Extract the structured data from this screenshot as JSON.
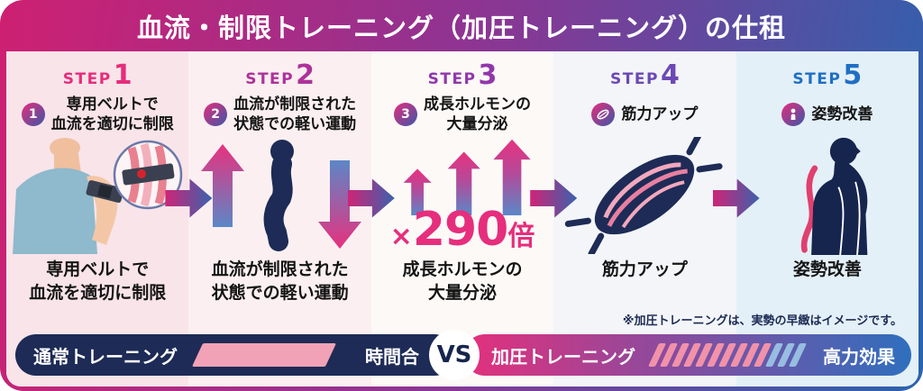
{
  "header": {
    "title": "血流・制限トレーニング（加圧トレーニング）の仕租"
  },
  "steps": [
    {
      "label": "STEP",
      "number": "1",
      "badge": "1",
      "accent_color": "#e62d7c",
      "heading_line1": "専用ベルトで",
      "heading_line2": "血流を適切に制限",
      "caption_line1": "専用ベルトで",
      "caption_line2": "血流を適切に制限",
      "illustration": "arm-with-belt"
    },
    {
      "label": "STEP",
      "number": "2",
      "badge": "2",
      "accent_color": "#ad3299",
      "heading_line1": "血流が制限された",
      "heading_line2": "状態での軽い運動",
      "caption_line1": "血流が制限された",
      "caption_line2": "状態での軽い運動",
      "illustration": "squat-figure-with-arrows"
    },
    {
      "label": "STEP",
      "number": "3",
      "badge": "3",
      "accent_color": "#9038ab",
      "heading_line1": "成長ホルモンの",
      "heading_line2": "大量分泌",
      "caption_line1": "成長ホルモンの",
      "caption_line2": "大量分泌",
      "illustration": "growth-arrows"
    },
    {
      "label": "STEP",
      "number": "4",
      "badge_icon": "muscle-icon",
      "accent_color": "#6b49b4",
      "heading_line1": "筋力アップ",
      "caption_line1": "筋力アップ",
      "illustration": "muscle"
    },
    {
      "label": "STEP",
      "number": "5",
      "badge_icon": "person-icon",
      "accent_color": "#1f6fc3",
      "heading_line1": "姿勢改善",
      "caption_line1": "姿勢改善",
      "illustration": "posture-figure"
    }
  ],
  "multiplier": {
    "prefix": "×",
    "value": "290",
    "unit": "倍"
  },
  "note": "※加圧トレーニングは、実勢の早緻はイメージです。",
  "comparison": {
    "left_label": "通常トレーニング",
    "left_metric": "時間合",
    "vs_label": "VS",
    "right_label": "加圧トレーニング",
    "right_metric": "高力効果"
  },
  "palette": {
    "magenta": "#ce2072",
    "blue": "#2b63ae",
    "navy": "#1d2b56",
    "pink": "#f2a2b6"
  }
}
